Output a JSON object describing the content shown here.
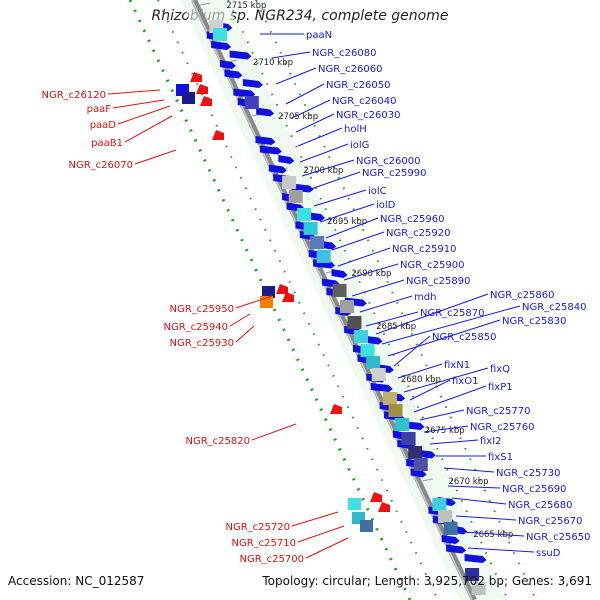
{
  "title": "Rhizobium sp. NGR234, complete genome",
  "accession": "Accession: NC_012587",
  "summary": "Topology: circular; Length: 3,925,702 bp; Genes: 3,691",
  "colors": {
    "gene_arrow": "#1010e0",
    "red_feature": "#ee1111",
    "right_label": "#1a1adb",
    "left_label": "#dd1111",
    "backbone": "#8a8a8a",
    "dotted_track": "#1aa31a"
  },
  "tick_labels": [
    "2715 kbp",
    "2710 kbp",
    "2705 kbp",
    "2700 kbp",
    "2695 kbp",
    "2690 kbp",
    "2685 kbp",
    "2680 kbp",
    "2675 kbp",
    "2670 kbp",
    "2665 kbp"
  ],
  "right_labels": [
    "paaN",
    "NGR_c26080",
    "NGR_c26060",
    "NGR_c26050",
    "NGR_c26040",
    "NGR_c26030",
    "holH",
    "iolG",
    "NGR_c26000",
    "NGR_c25990",
    "iolC",
    "iolD",
    "NGR_c25960",
    "NGR_c25920",
    "NGR_c25910",
    "NGR_c25900",
    "NGR_c25890",
    "mdh",
    "NGR_c25870",
    "NGR_c25860",
    "NGR_c25840",
    "NGR_c25830",
    "NGR_c25850",
    "fixN1",
    "fixQ",
    "fixO1",
    "fixP1",
    "NGR_c25770",
    "NGR_c25760",
    "fixI2",
    "fixS1",
    "NGR_c25730",
    "NGR_c25690",
    "NGR_c25680",
    "NGR_c25670",
    "NGR_c25650",
    "ssuD"
  ],
  "left_labels": [
    "NGR_c26120",
    "paaF",
    "paaD",
    "paaB1",
    "NGR_c26070",
    "NGR_c25950",
    "NGR_c25940",
    "NGR_c25930",
    "NGR_c25820",
    "NGR_c25720",
    "NGR_c25710",
    "NGR_c25700"
  ]
}
